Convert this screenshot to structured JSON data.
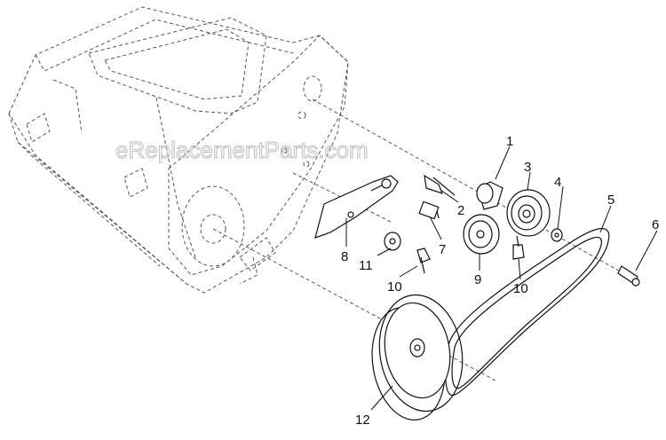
{
  "watermark": "eReplacementParts.com",
  "callouts": [
    {
      "id": "1",
      "text": "1"
    },
    {
      "id": "2",
      "text": "2"
    },
    {
      "id": "3",
      "text": "3"
    },
    {
      "id": "4",
      "text": "4"
    },
    {
      "id": "5",
      "text": "5"
    },
    {
      "id": "6",
      "text": "6"
    },
    {
      "id": "7",
      "text": "7"
    },
    {
      "id": "8",
      "text": "8"
    },
    {
      "id": "9",
      "text": "9"
    },
    {
      "id": "10a",
      "text": "10"
    },
    {
      "id": "10b",
      "text": "10"
    },
    {
      "id": "11",
      "text": "11"
    },
    {
      "id": "12",
      "text": "12"
    }
  ]
}
